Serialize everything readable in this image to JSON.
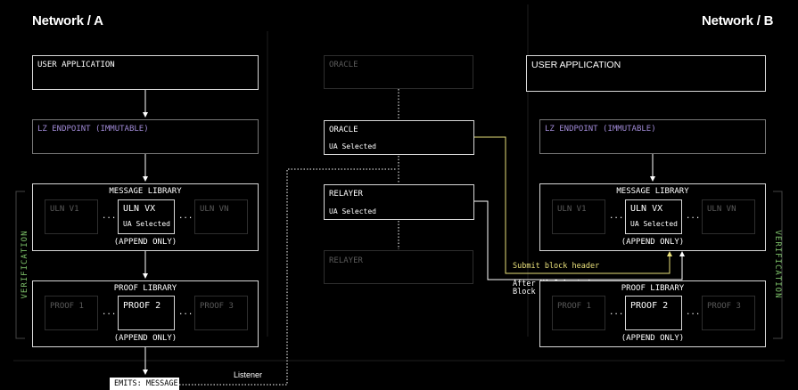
{
  "network_a": {
    "title": "Network / A"
  },
  "network_b": {
    "title": "Network / B"
  },
  "user_app": "USER APPLICATION",
  "lz_endpoint": "LZ ENDPOINT (IMMUTABLE)",
  "message_library": {
    "title": "MESSAGE LIBRARY",
    "uln_v1": "ULN V1",
    "uln_vx": "ULN VX",
    "uln_vn": "ULN VN",
    "ua_selected": "UA Selected",
    "append_only": "(APPEND ONLY)",
    "ellipsis": "....."
  },
  "proof_library": {
    "title": "PROOF LIBRARY",
    "proof_1": "PROOF 1",
    "proof_2": "PROOF 2",
    "proof_3": "PROOF 3",
    "append_only": "(APPEND ONLY)",
    "ellipsis": "....."
  },
  "verification": "VERIFICATION",
  "middle": {
    "oracle_dim": "ORACLE",
    "oracle": "ORACLE",
    "oracle_sub": "UA Selected",
    "relayer": "RELAYER",
    "relayer_sub": "UA Selected",
    "relayer_dim": "RELAYER"
  },
  "emits_message": "EMITS: MESSAGE",
  "listener": "Listener",
  "submit_block_header": "Submit block header",
  "after_ua_selected": "After UA Selected",
  "block_confirmations": "Block Confirmations",
  "colors": {
    "accent_purple": "#a08ad6",
    "accent_yellow": "#e9e07a",
    "accent_green": "#7ec36a",
    "border": "#d8d8d8"
  }
}
